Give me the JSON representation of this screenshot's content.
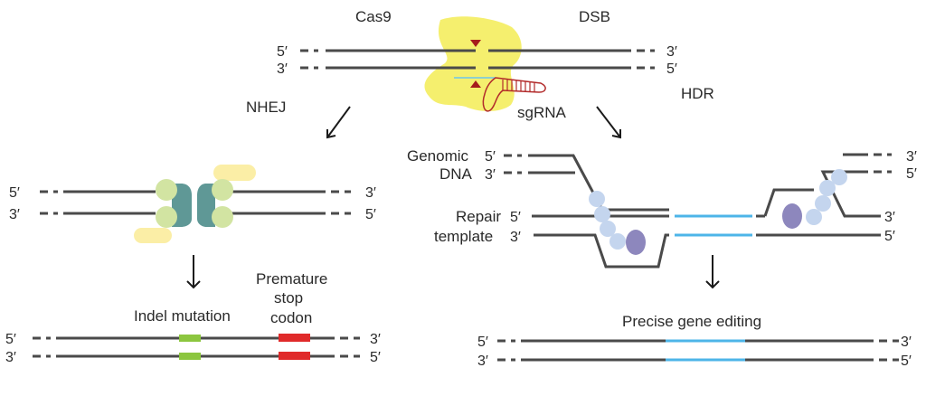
{
  "labels": {
    "cas9": "Cas9",
    "dsb": "DSB",
    "sgrna": "sgRNA",
    "nhej": "NHEJ",
    "hdr": "HDR",
    "genomic": "Genomic",
    "dna": "DNA",
    "repair": "Repair",
    "template": "template",
    "indel": "Indel mutation",
    "premature_line1": "Premature",
    "premature_line2": "stop",
    "premature_line3": "codon",
    "precise": "Precise gene editing"
  },
  "ends": {
    "five": "5′",
    "three": "3′"
  },
  "colors": {
    "strand": "#4a4a4a",
    "cas9": "#f5ef6e",
    "cut_marker": "#a61c1c",
    "sgrna": "#b22a2a",
    "guide_teal": "#8fd0cc",
    "ku_light": "#d2e4a2",
    "ku_dark": "#5f9896",
    "repair_template": "#4db5e8",
    "indel": "#8cc63f",
    "stop_codon": "#e02a2a",
    "exo_bead": "#c4d5ee",
    "polymerase": "#8d87bd",
    "nhej_yellow": "#fbeea6"
  }
}
